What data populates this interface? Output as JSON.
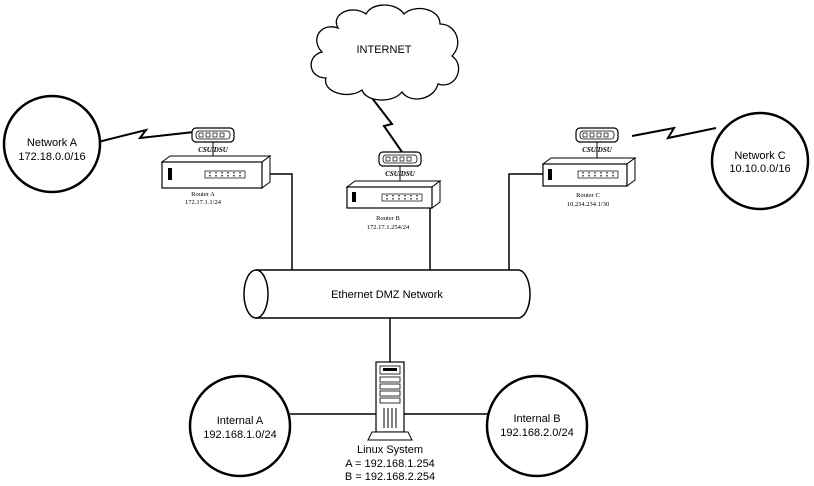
{
  "diagram": {
    "internet": {
      "label": "INTERNET"
    },
    "networks": {
      "a": {
        "name": "Network A",
        "address": "172.18.0.0/16"
      },
      "c": {
        "name": "Network C",
        "address": "10.10.0.0/16"
      },
      "internal_a": {
        "name": "Internal A",
        "address": "192.168.1.0/24"
      },
      "internal_b": {
        "name": "Internal B",
        "address": "192.168.2.0/24"
      }
    },
    "csu_label": "CSU/DSU",
    "routers": {
      "a": {
        "name": "Router A",
        "address": "172.17.1.1/24"
      },
      "b": {
        "name": "Router B",
        "address": "172.17.1.254/24"
      },
      "c": {
        "name": "Router C",
        "address": "10.234.234.1/30"
      }
    },
    "dmz": {
      "label": "Ethernet DMZ Network"
    },
    "linux": {
      "name": "Linux System",
      "line_a": "A = 192.168.1.254",
      "line_b": "B = 192.168.2.254"
    }
  }
}
